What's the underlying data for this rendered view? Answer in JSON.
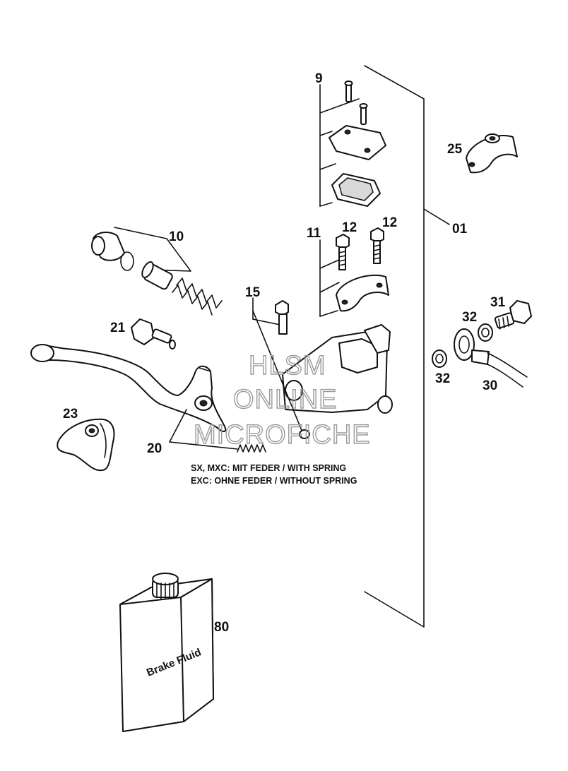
{
  "callouts": {
    "c01": "01",
    "c9": "9",
    "c10": "10",
    "c11": "11",
    "c12a": "12",
    "c12b": "12",
    "c15": "15",
    "c20": "20",
    "c21": "21",
    "c23": "23",
    "c25": "25",
    "c30": "30",
    "c31": "31",
    "c32a": "32",
    "c32b": "32",
    "c80": "80"
  },
  "notes": {
    "line1": "SX, MXC: MIT FEDER / WITH SPRING",
    "line2": "EXC: OHNE FEDER / WITHOUT SPRING"
  },
  "container_label": "Brake Fluid",
  "watermark": {
    "line1": "HLSM",
    "line2": "ONLINE",
    "line3": "MICROFICHE"
  }
}
